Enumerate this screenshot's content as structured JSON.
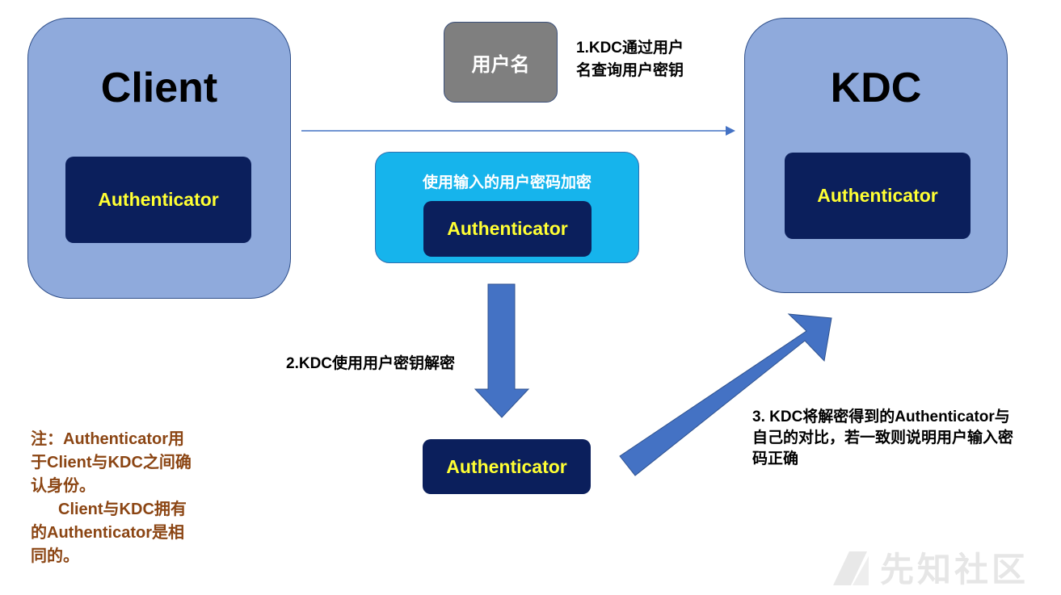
{
  "client": {
    "title": "Client",
    "auth_label": "Authenticator"
  },
  "kdc": {
    "title": "KDC",
    "auth_label": "Authenticator"
  },
  "username_box": {
    "label": "用户名"
  },
  "step1": {
    "line1": "1.KDC通过用户",
    "line2": "名查询用户密钥"
  },
  "encrypted_box": {
    "title": "使用输入的用户密码加密",
    "auth_label": "Authenticator"
  },
  "step2": {
    "text": "2.KDC使用用户密钥解密"
  },
  "decrypted_auth": {
    "label": "Authenticator"
  },
  "step3": {
    "line1": "3. KDC将解密得到的Authenticator与",
    "line2": "自己的对比，若一致则说明用户输入密",
    "line3": "码正确"
  },
  "footnote": {
    "line1": "注：Authenticator用",
    "line2": "于Client与KDC之间确",
    "line3": "认身份。",
    "line4": "Client与KDC拥有",
    "line5": "的Authenticator是相",
    "line6": "同的。"
  },
  "watermark": {
    "text": "先知社区"
  },
  "colors": {
    "big_box": "#8faadc",
    "auth_box": "#0b1f5c",
    "auth_text": "#ffff33",
    "encrypted_box": "#16b4ec",
    "username_box": "#7f7f7f",
    "arrow": "#4472c4",
    "footnote": "#8b4513"
  }
}
